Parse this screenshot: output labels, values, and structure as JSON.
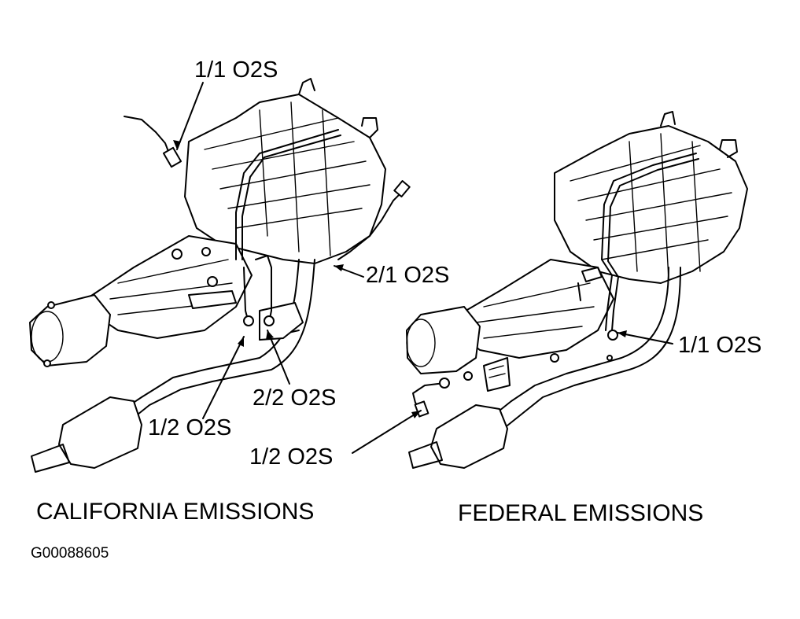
{
  "labels": {
    "cal_11": "1/1 O2S",
    "cal_21": "2/1 O2S",
    "cal_22": "2/2 O2S",
    "cal_12": "1/2 O2S",
    "fed_11": "1/1 O2S",
    "fed_12": "1/2 O2S"
  },
  "captions": {
    "california": "CALIFORNIA EMISSIONS",
    "federal": "FEDERAL EMISSIONS"
  },
  "figure_code": "G00088605"
}
